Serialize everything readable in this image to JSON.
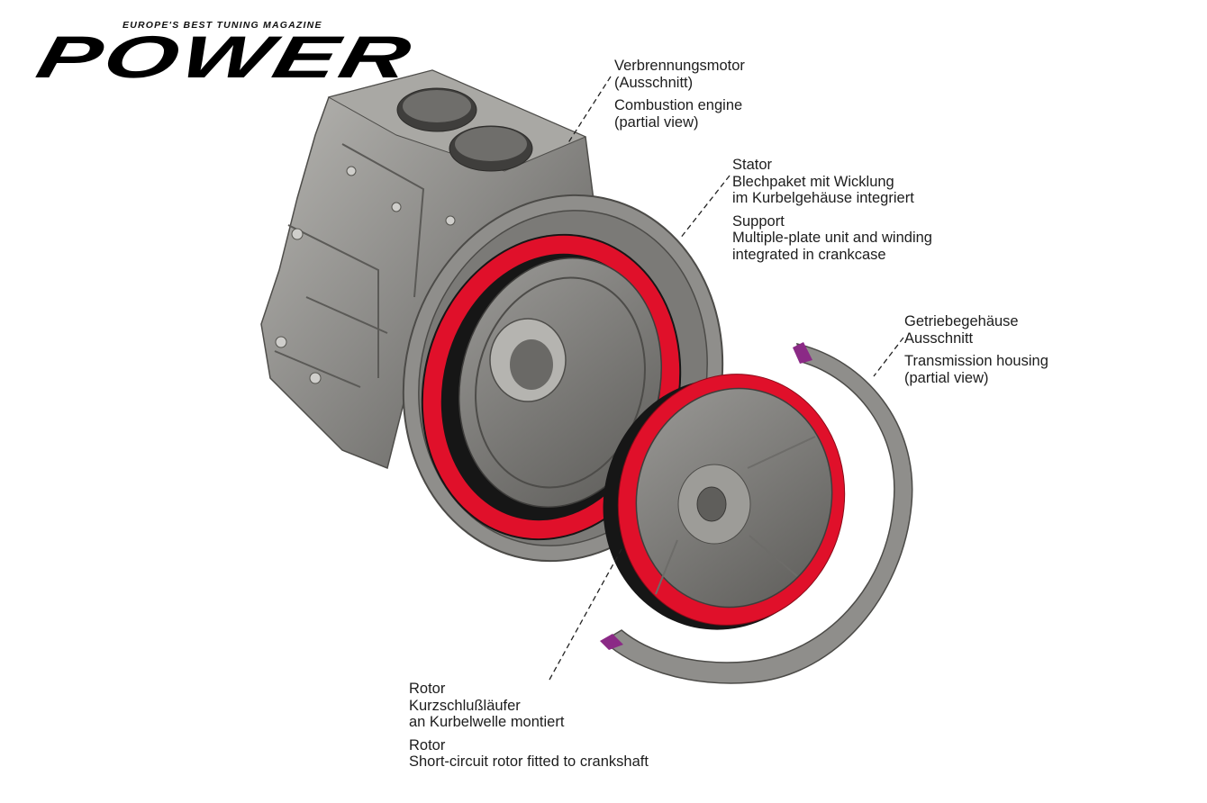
{
  "logo": {
    "tagline": "EUROPE'S BEST TUNING MAGAZINE",
    "wordmark": "POWER"
  },
  "labels": {
    "engine": {
      "de": [
        "Verbrennungsmotor",
        "(Ausschnitt)"
      ],
      "en": [
        "Combustion engine",
        "(partial view)"
      ]
    },
    "stator": {
      "de": [
        "Stator",
        "Blechpaket mit Wicklung",
        "im Kurbelgehäuse integriert"
      ],
      "en": [
        "Support",
        "Multiple-plate unit and winding",
        "integrated in crankcase"
      ]
    },
    "housing": {
      "de": [
        "Getriebegehäuse",
        "Ausschnitt"
      ],
      "en": [
        "Transmission housing",
        "(partial view)"
      ]
    },
    "rotor": {
      "de": [
        "Rotor",
        "Kurzschlußläufer",
        "an Kurbelwelle montiert"
      ],
      "en": [
        "Rotor",
        "Short-circuit rotor fitted to crankshaft"
      ]
    }
  },
  "colors": {
    "metal": "#8a8986",
    "metal_dark": "#5f5e5b",
    "metal_light": "#b4b3b0",
    "winding_red": "#e0102a",
    "insulation_black": "#161616",
    "housing_cut": "#8b2a86"
  }
}
